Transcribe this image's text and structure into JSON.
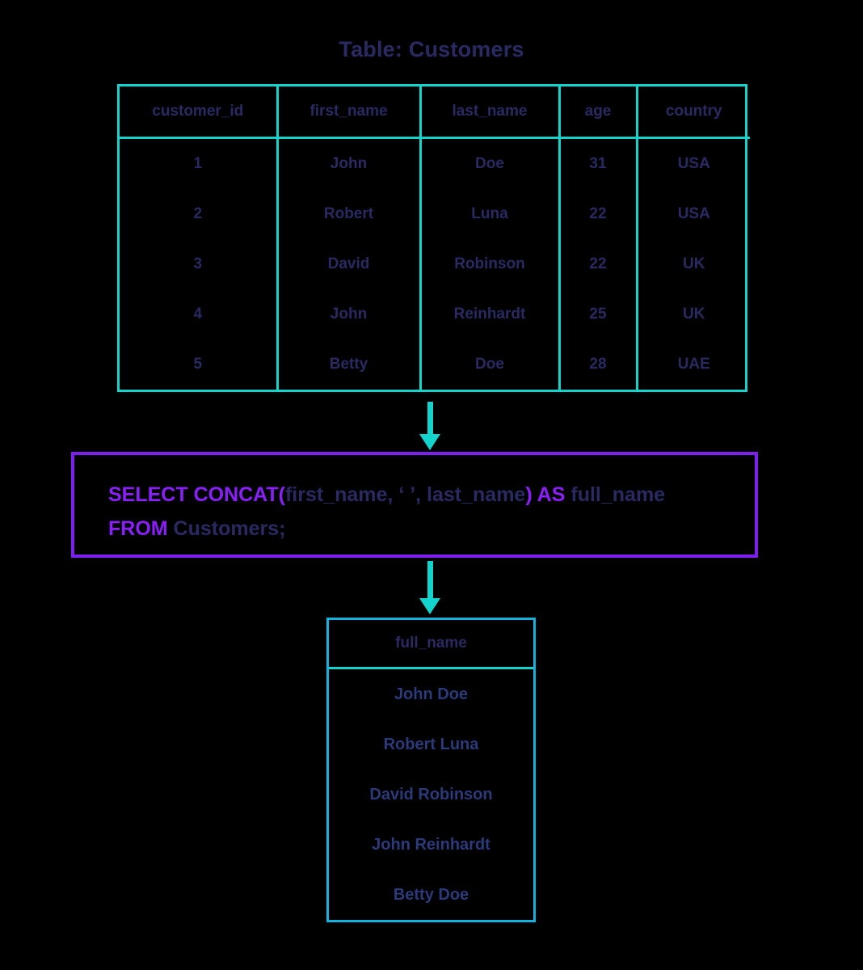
{
  "title": "Table: Customers",
  "colors": {
    "cyan": "#12d4cd",
    "blue": "#12b3e0",
    "purple": "#7d1fef",
    "keyword_purple": "#8a1ffb",
    "navy": "#2a2a63"
  },
  "source_table": {
    "name": "Customers",
    "columns": [
      "customer_id",
      "first_name",
      "last_name",
      "age",
      "country"
    ],
    "rows": [
      [
        "1",
        "John",
        "Doe",
        "31",
        "USA"
      ],
      [
        "2",
        "Robert",
        "Luna",
        "22",
        "USA"
      ],
      [
        "3",
        "David",
        "Robinson",
        "22",
        "UK"
      ],
      [
        "4",
        "John",
        "Reinhardt",
        "25",
        "UK"
      ],
      [
        "5",
        "Betty",
        "Doe",
        "28",
        "UAE"
      ]
    ]
  },
  "sql": {
    "full_text": "SELECT CONCAT(first_name, ' ', last_name) AS full_name\nFROM Customers;",
    "line1": {
      "kw_select_concat": "SELECT CONCAT(",
      "args": "first_name, ‘ ’, last_name",
      "kw_paren_as": ") AS ",
      "alias": "full_name"
    },
    "line2": {
      "kw_from": "FROM ",
      "table": "Customers;"
    }
  },
  "result_table": {
    "columns": [
      "full_name"
    ],
    "rows": [
      [
        "John Doe"
      ],
      [
        "Robert Luna"
      ],
      [
        "David Robinson"
      ],
      [
        "John Reinhardt"
      ],
      [
        "Betty Doe"
      ]
    ]
  },
  "arrows": {
    "top": "arrow-down",
    "bottom": "arrow-down"
  }
}
